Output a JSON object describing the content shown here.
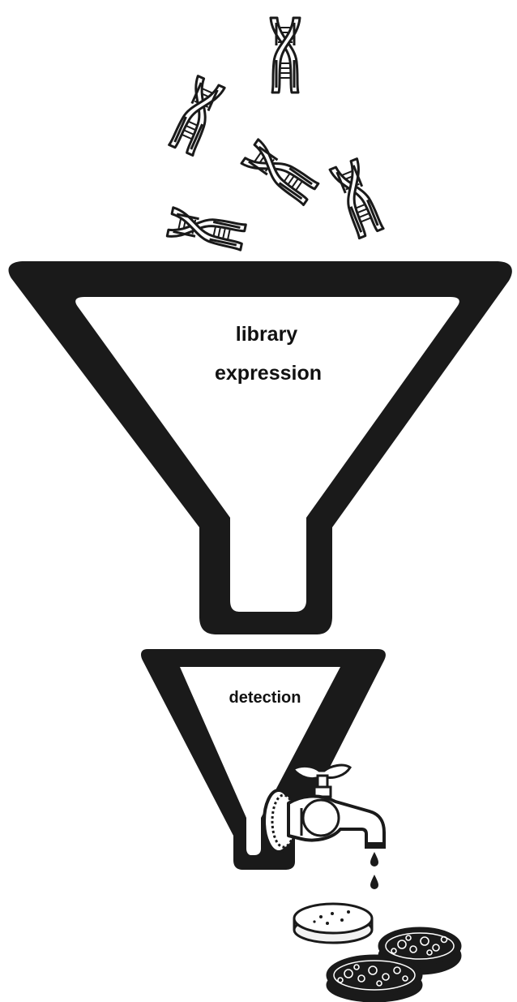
{
  "funnel_top": {
    "label_line1": "library",
    "label_line2": "expression"
  },
  "funnel_bottom": {
    "label": "detection"
  },
  "colors": {
    "ink": "#1a1a1a",
    "background": "#ffffff",
    "dish_fill": "#f2f2f2"
  },
  "icons": [
    "dna-helix-icon",
    "funnel-icon",
    "faucet-icon",
    "water-drop-icon",
    "petri-dish-icon"
  ]
}
